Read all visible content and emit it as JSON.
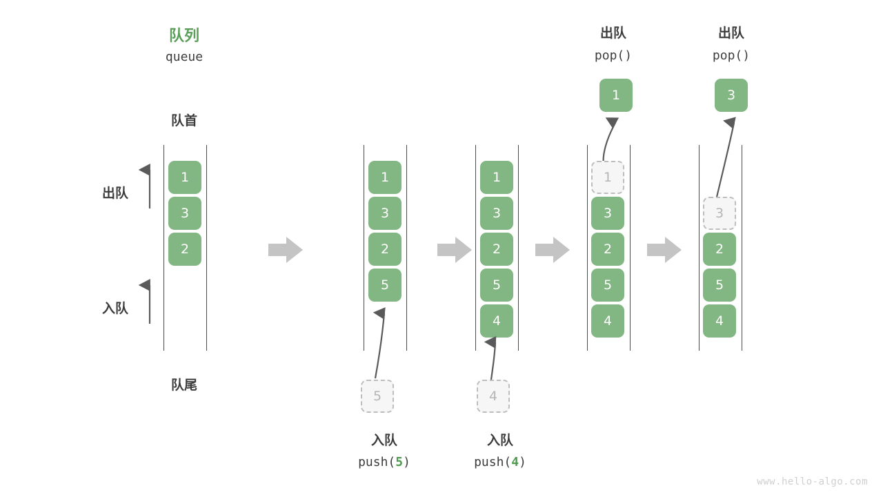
{
  "title": {
    "cn": "队列",
    "en": "queue"
  },
  "colors": {
    "green": "#82B682",
    "green_text": "#5A9E5A",
    "ghost_fill": "#F6F6F6",
    "ghost_border": "#BDBDBD",
    "ghost_text": "#B5B5B5",
    "rail": "#4a4a4a",
    "arrow_gray": "#5a5a5a",
    "step_arrow": "#c4c4c4",
    "text": "#3c3c3c",
    "watermark": "#cfcfcf"
  },
  "labels": {
    "front": "队首",
    "rear": "队尾",
    "dequeue": "出队",
    "enqueue": "入队",
    "pop_call": "pop()",
    "push_prefix": "push(",
    "push_suffix": ")"
  },
  "watermark": "www.hello-algo.com",
  "columns": [
    {
      "id": "initial",
      "name": "initial-queue",
      "cells": [
        {
          "value": "1",
          "ghost": false
        },
        {
          "value": "3",
          "ghost": false
        },
        {
          "value": "2",
          "ghost": false
        }
      ]
    },
    {
      "id": "push5",
      "name": "after-push-5",
      "op": "push",
      "op_cn": "入队",
      "op_value": "5",
      "incoming_ghost": "5",
      "cells": [
        {
          "value": "1",
          "ghost": false
        },
        {
          "value": "3",
          "ghost": false
        },
        {
          "value": "2",
          "ghost": false
        },
        {
          "value": "5",
          "ghost": false
        }
      ]
    },
    {
      "id": "push4",
      "name": "after-push-4",
      "op": "push",
      "op_cn": "入队",
      "op_value": "4",
      "incoming_ghost": "4",
      "cells": [
        {
          "value": "1",
          "ghost": false
        },
        {
          "value": "3",
          "ghost": false
        },
        {
          "value": "2",
          "ghost": false
        },
        {
          "value": "5",
          "ghost": false
        },
        {
          "value": "4",
          "ghost": false
        }
      ]
    },
    {
      "id": "pop1",
      "name": "after-pop-1",
      "op": "pop",
      "op_cn": "出队",
      "popped": "1",
      "cells": [
        {
          "value": "1",
          "ghost": true
        },
        {
          "value": "3",
          "ghost": false
        },
        {
          "value": "2",
          "ghost": false
        },
        {
          "value": "5",
          "ghost": false
        },
        {
          "value": "4",
          "ghost": false
        }
      ]
    },
    {
      "id": "pop3",
      "name": "after-pop-3",
      "op": "pop",
      "op_cn": "出队",
      "popped": "3",
      "cells": [
        {
          "value": "3",
          "ghost": true
        },
        {
          "value": "2",
          "ghost": false
        },
        {
          "value": "5",
          "ghost": false
        },
        {
          "value": "4",
          "ghost": false
        }
      ],
      "ghost_slot_offset": 1
    }
  ],
  "push_labels": [
    {
      "cn": "入队",
      "code_prefix": "push(",
      "code_value": "5",
      "code_suffix": ")"
    },
    {
      "cn": "入队",
      "code_prefix": "push(",
      "code_value": "4",
      "code_suffix": ")"
    }
  ],
  "pop_labels": [
    {
      "cn": "出队",
      "code": "pop()"
    },
    {
      "cn": "出队",
      "code": "pop()"
    }
  ]
}
